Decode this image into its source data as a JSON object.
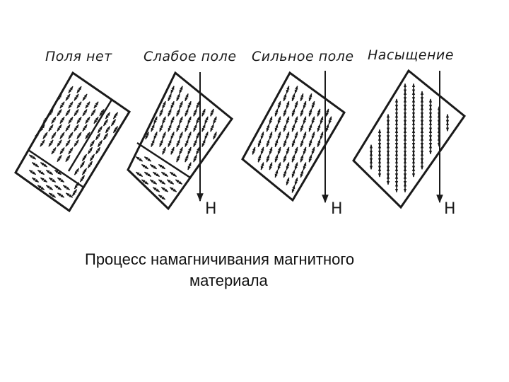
{
  "panels": [
    {
      "label": "Поля нет",
      "field_label": ""
    },
    {
      "label": "Слабое поле",
      "field_label": "H"
    },
    {
      "label": "Сильное поле",
      "field_label": "H"
    },
    {
      "label": "Насыщение",
      "field_label": "H"
    }
  ],
  "caption": {
    "line1": "Процесс намагничивания магнитного",
    "line2": "материала"
  },
  "colors": {
    "ink": "#1a1a1a",
    "background": "#ffffff"
  }
}
